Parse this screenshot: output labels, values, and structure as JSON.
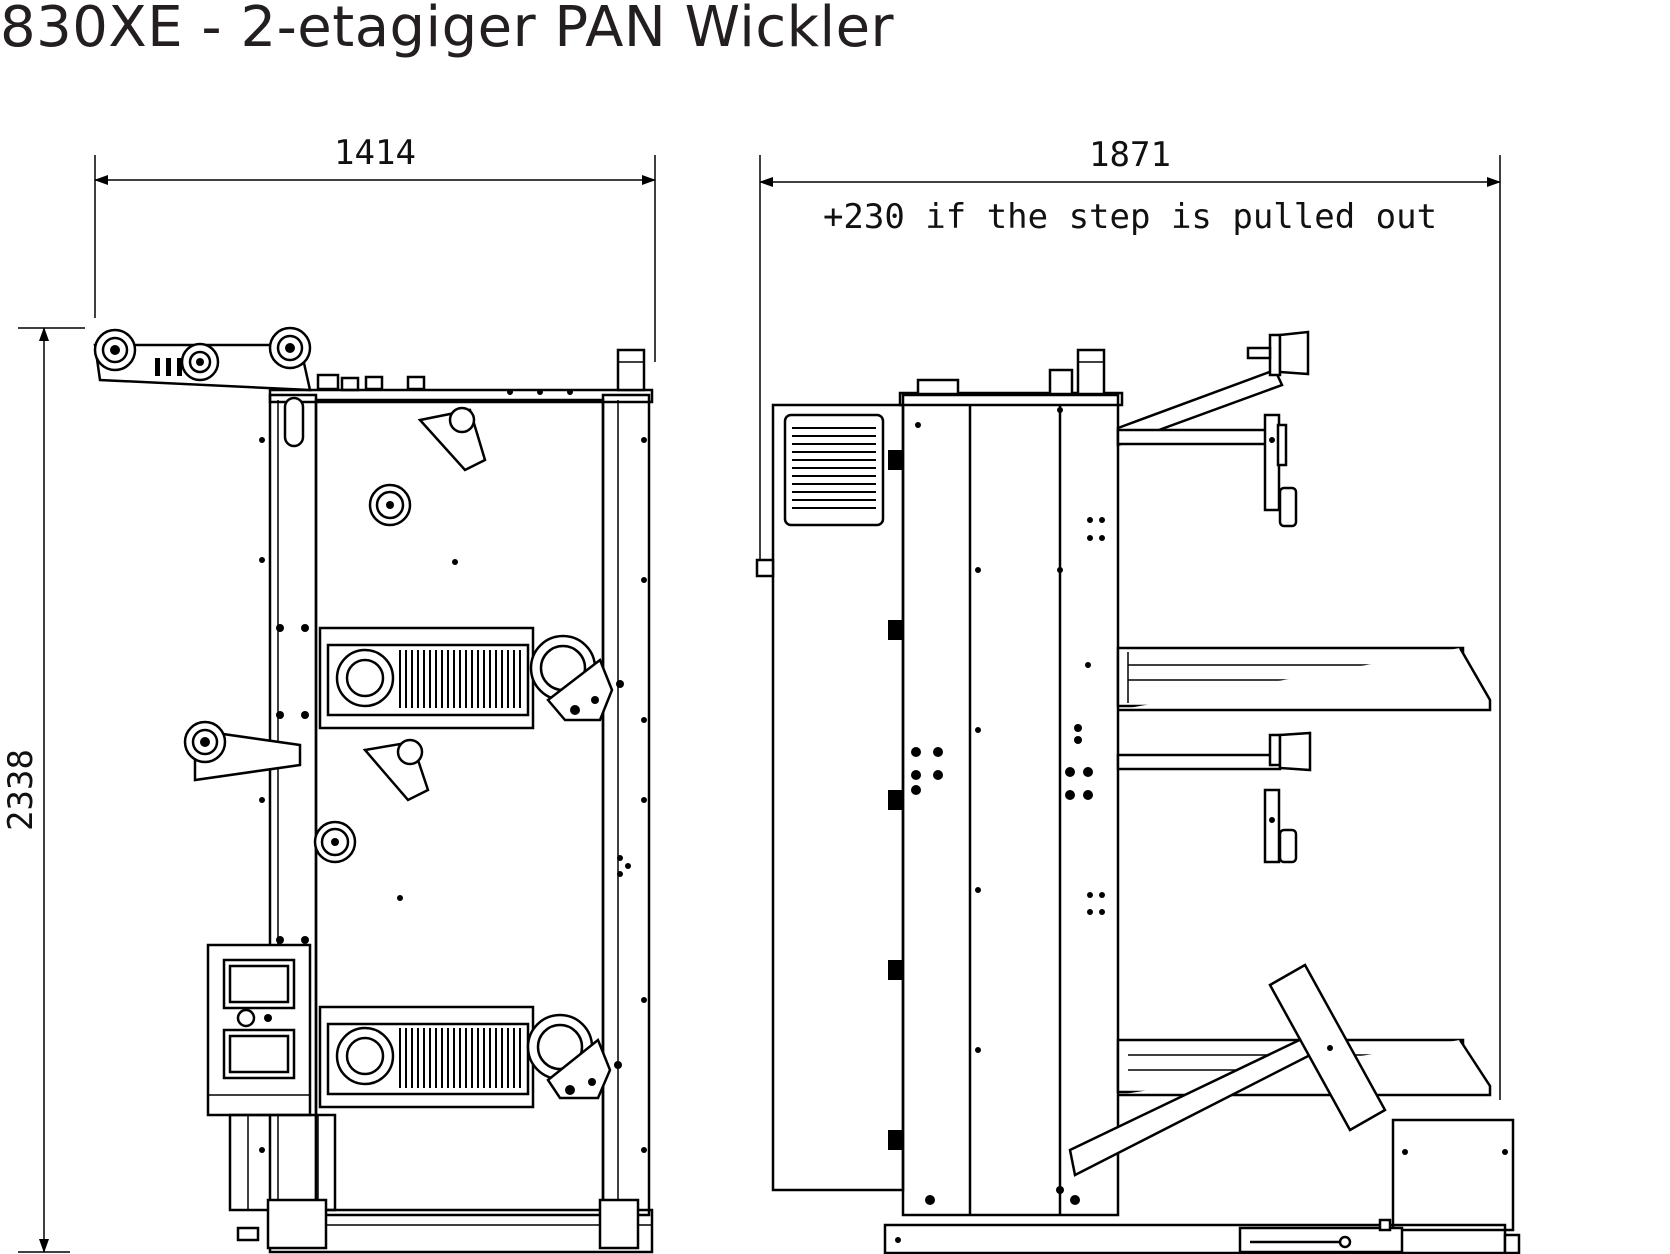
{
  "title": "830XE - 2-etagiger PAN Wickler",
  "dimensions": {
    "front_width": "1414",
    "side_width": "1871",
    "side_note": "+230 if the step is pulled out",
    "height": "2338"
  }
}
